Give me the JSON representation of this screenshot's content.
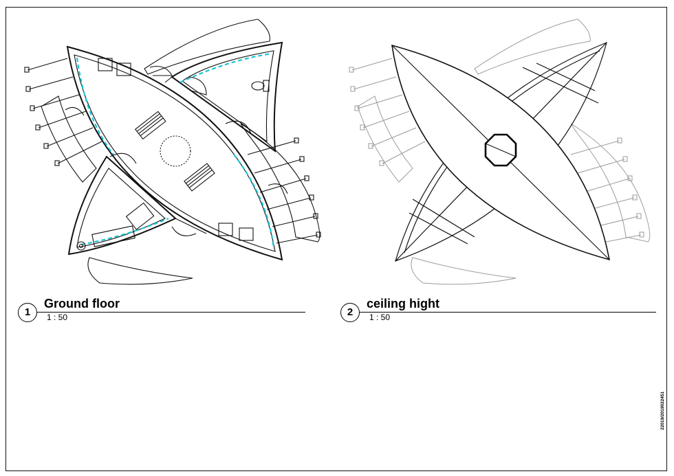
{
  "sheet": {
    "code": "22019/2019022451"
  },
  "views": [
    {
      "number": "1",
      "title": "Ground floor",
      "scale": "1 : 50"
    },
    {
      "number": "2",
      "title": "ceiling hight",
      "scale": "1 : 50"
    }
  ],
  "colors": {
    "line": "#111111",
    "faded_line": "#9a9a9a",
    "insulation": "#19c3d6"
  }
}
